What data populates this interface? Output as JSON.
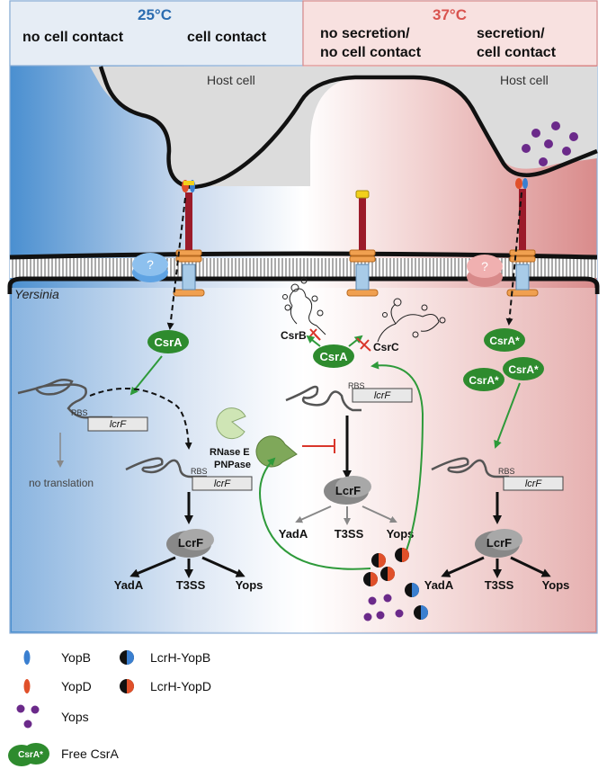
{
  "header": {
    "left_temp": "25°C",
    "right_temp": "37°C",
    "left_col1": "no cell contact",
    "left_col2": "cell contact",
    "right_col1_line1": "no secretion/",
    "right_col1_line2": "no cell contact",
    "right_col2_line1": "secretion/",
    "right_col2_line2": "cell contact"
  },
  "labels": {
    "host_cell_left": "Host cell",
    "host_cell_right": "Host cell",
    "yersinia": "Yersinia",
    "question_mark": "?",
    "csra": "CsrA",
    "csra_star": "CsrA*",
    "csrb": "CsrB",
    "csrc": "CsrC",
    "rbs": "RBS",
    "lcrf_gene": "lcrF",
    "lcrf_protein": "LcrF",
    "no_translation": "no translation",
    "rnase_line1": "RNase E",
    "rnase_line2": "PNPase",
    "yada": "YadA",
    "t3ss": "T3SS",
    "yops": "Yops"
  },
  "legend": {
    "yopb": "YopB",
    "yopd": "YopD",
    "yops": "Yops",
    "free_csra": "Free CsrA",
    "lcrh_yopb": "LcrH-YopB",
    "lcrh_yopd": "LcrH-YopD"
  },
  "colors": {
    "cold_blue": "#4a8fd0",
    "warm_red": "#d98b8b",
    "header_blue_bg": "#e6edf5",
    "header_red_bg": "#f8e1e0",
    "temp_blue": "#2b6cb0",
    "temp_red": "#d9534f",
    "csra_green": "#2e8b2e",
    "arrow_green": "#2e9a3a",
    "inhibit_red": "#d9362b",
    "yops_purple": "#6b2a8a",
    "yopd_orange": "#e0502a",
    "yopb_blue": "#3a7fd0",
    "needle_red": "#9b1b2a",
    "base_orange": "#f0a050"
  }
}
